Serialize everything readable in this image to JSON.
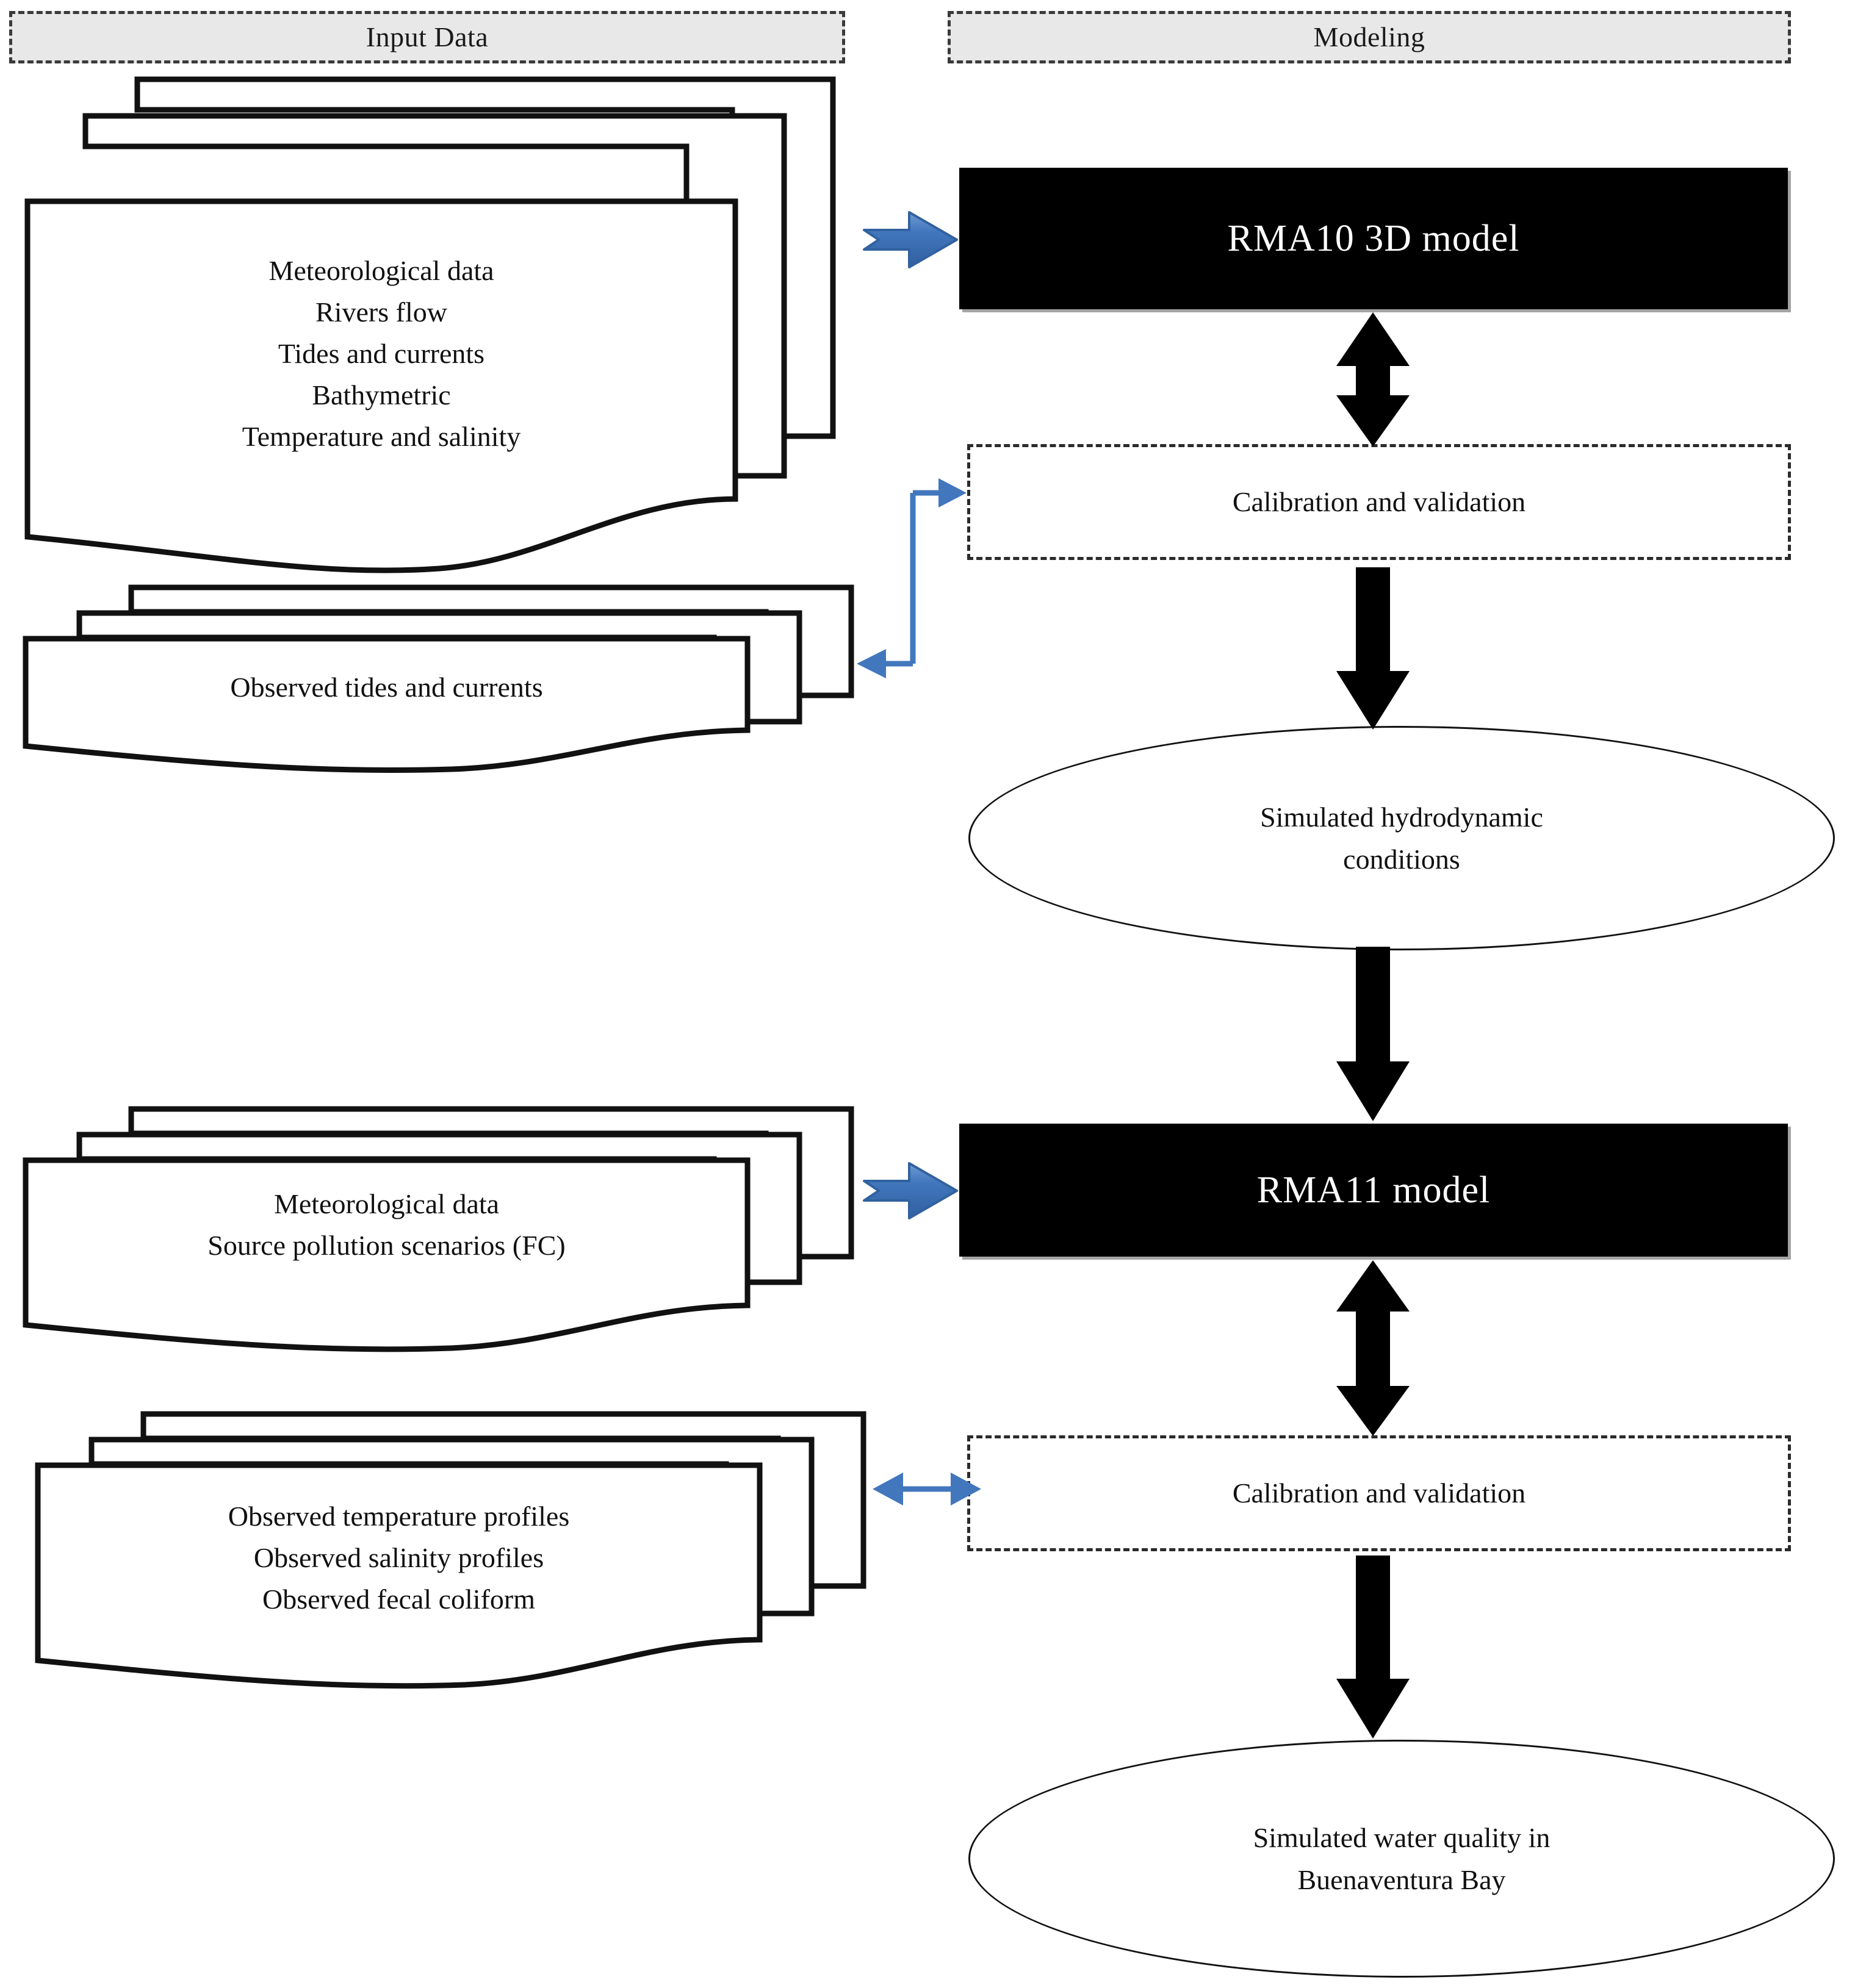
{
  "diagram": {
    "title": "Modeling workflow for Buenaventura Bay water quality",
    "colors": {
      "band_fill": "#e8e8e8",
      "band_border": "#3a3a3a",
      "model_fill": "#000000",
      "model_text": "#ffffff",
      "blue_arrow": "#3f6fb5",
      "black_arrow": "#000000",
      "doc_stroke": "#111111",
      "doc_fill": "#ffffff"
    }
  },
  "phases": [
    {
      "id": "input-data",
      "label": "Input Data"
    },
    {
      "id": "modeling",
      "label": "Modeling"
    }
  ],
  "input_docs": [
    {
      "id": "hydro-inputs",
      "lines": [
        "Meteorological data",
        "Rivers flow",
        "Tides and currents",
        "Bathymetric",
        "Temperature and salinity"
      ]
    },
    {
      "id": "observed-tides",
      "lines": [
        "Observed tides and currents"
      ]
    },
    {
      "id": "wq-inputs",
      "lines": [
        "Meteorological data",
        "Source pollution scenarios (FC)"
      ]
    },
    {
      "id": "observed-wq",
      "lines": [
        "Observed temperature profiles",
        "Observed salinity profiles",
        "Observed fecal coliform"
      ]
    }
  ],
  "models": [
    {
      "id": "rma10",
      "label": "RMA10 3D model"
    },
    {
      "id": "rma11",
      "label": "RMA11 model"
    }
  ],
  "calibration": [
    {
      "id": "calib-hydro",
      "label": "Calibration and validation"
    },
    {
      "id": "calib-wq",
      "label": "Calibration and validation"
    }
  ],
  "outputs": [
    {
      "id": "sim-hydro",
      "line1": "Simulated hydrodynamic",
      "line2": "conditions"
    },
    {
      "id": "sim-wq",
      "line1": "Simulated water quality in",
      "line2": "Buenaventura Bay"
    }
  ],
  "connectors": [
    {
      "id": "docs-to-rma10",
      "kind": "blue-chevron",
      "direction": "right"
    },
    {
      "id": "rma10-to-calib",
      "kind": "black-double",
      "direction": "vertical"
    },
    {
      "id": "calib-to-obs-tides",
      "kind": "blue-elbow",
      "direction": "bidirectional"
    },
    {
      "id": "calib-to-sim-hydro",
      "kind": "black-single",
      "direction": "down"
    },
    {
      "id": "sim-hydro-to-rma11",
      "kind": "black-single",
      "direction": "down"
    },
    {
      "id": "docs-to-rma11",
      "kind": "blue-chevron",
      "direction": "right"
    },
    {
      "id": "rma11-to-calib",
      "kind": "black-double",
      "direction": "vertical"
    },
    {
      "id": "calib-to-obs-wq",
      "kind": "blue-double",
      "direction": "horizontal"
    },
    {
      "id": "calib-to-sim-wq",
      "kind": "black-single",
      "direction": "down"
    }
  ]
}
